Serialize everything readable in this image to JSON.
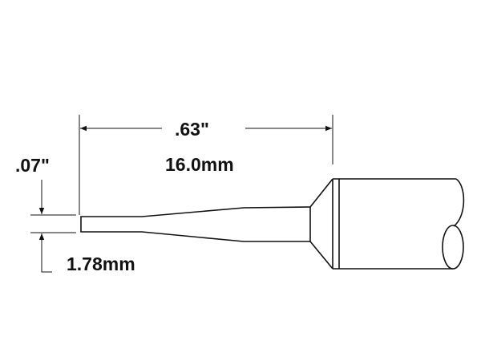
{
  "diagram": {
    "length_in": ".63\"",
    "length_mm": "16.0mm",
    "width_in": ".07\"",
    "width_mm": "1.78mm"
  },
  "colors": {
    "line": "#111111",
    "background": "#ffffff"
  }
}
